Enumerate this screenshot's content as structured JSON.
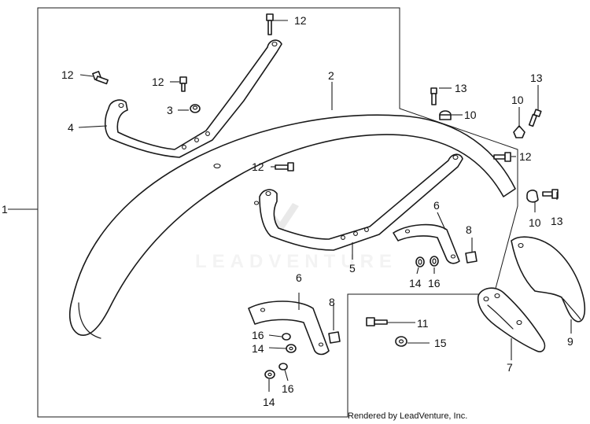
{
  "watermark": "LEADVENTURE",
  "credit": "Rendered by LeadVenture, Inc.",
  "callouts": {
    "c1": "1",
    "c2": "2",
    "c3": "3",
    "c4": "4",
    "c5": "5",
    "c6a": "6",
    "c6b": "6",
    "c7": "7",
    "c8a": "8",
    "c8b": "8",
    "c9": "9",
    "c10a": "10",
    "c10b": "10",
    "c10c": "10",
    "c11": "11",
    "c12a": "12",
    "c12b": "12",
    "c12c": "12",
    "c12d": "12",
    "c12e": "12",
    "c13a": "13",
    "c13b": "13",
    "c13c": "13",
    "c14a": "14",
    "c14b": "14",
    "c14c": "14",
    "c15": "15",
    "c16a": "16",
    "c16b": "16",
    "c16c": "16"
  }
}
